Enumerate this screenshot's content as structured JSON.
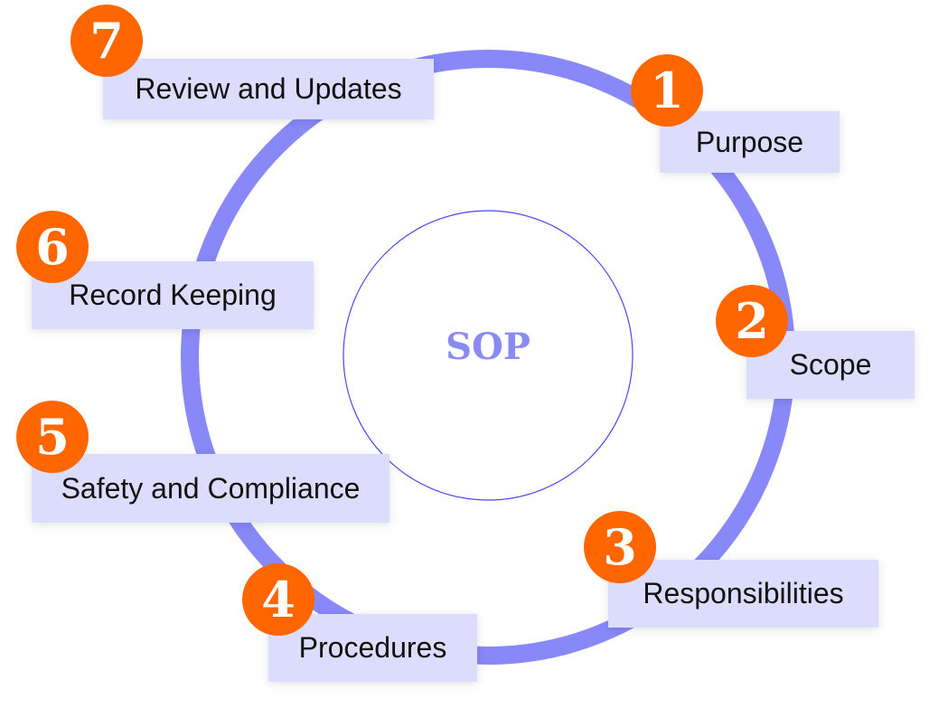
{
  "center": {
    "label": "SOP"
  },
  "colors": {
    "ring": "#8888f8",
    "inner_circle": "#4a4ae8",
    "badge": "#ff6600",
    "box": "#dcdcfc"
  },
  "steps": [
    {
      "number": "1",
      "label": "Purpose"
    },
    {
      "number": "2",
      "label": "Scope"
    },
    {
      "number": "3",
      "label": "Responsibilities"
    },
    {
      "number": "4",
      "label": "Procedures"
    },
    {
      "number": "5",
      "label": "Safety and Compliance"
    },
    {
      "number": "6",
      "label": "Record Keeping"
    },
    {
      "number": "7",
      "label": "Review and Updates"
    }
  ]
}
